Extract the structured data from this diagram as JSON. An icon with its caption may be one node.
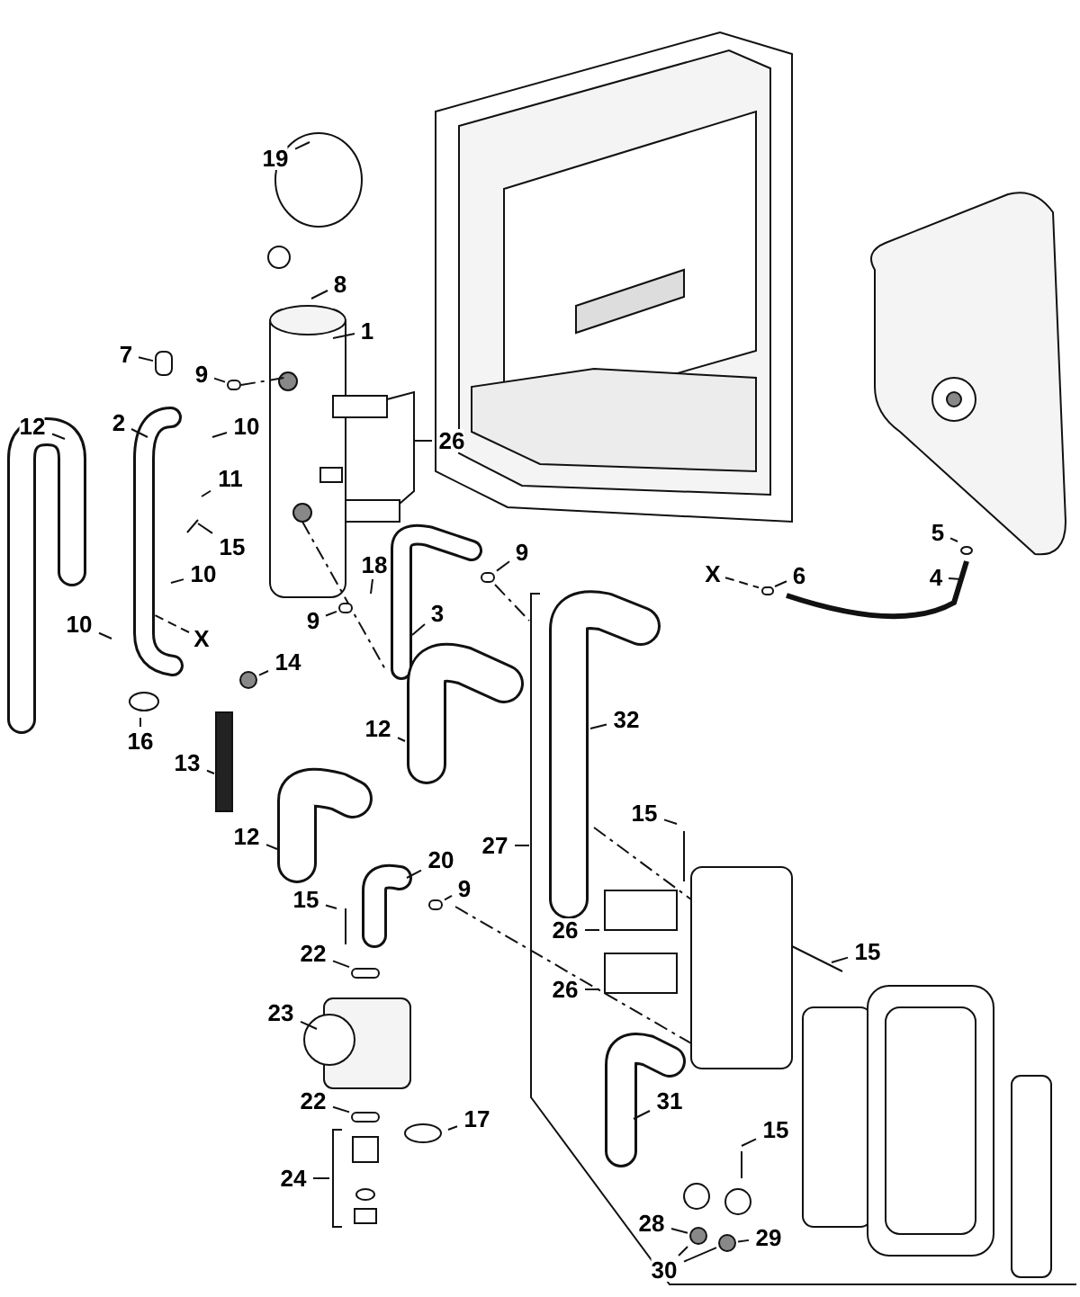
{
  "diagram": {
    "nodes": [
      {
        "text": [
          "19"
        ]
      },
      {
        "text": [
          "8"
        ]
      },
      {
        "text": [
          "1"
        ]
      },
      {
        "text": [
          "7"
        ]
      },
      {
        "text": [
          "9"
        ]
      },
      {
        "text": [
          "12"
        ]
      },
      {
        "text": [
          "2"
        ]
      },
      {
        "text": [
          "10"
        ]
      },
      {
        "text": [
          "26"
        ]
      },
      {
        "text": [
          "11"
        ]
      },
      {
        "text": [
          "15"
        ]
      },
      {
        "text": [
          "9"
        ]
      },
      {
        "text": [
          "18"
        ]
      },
      {
        "text": [
          "10"
        ]
      },
      {
        "text": [
          "X"
        ]
      },
      {
        "text": [
          "6"
        ]
      },
      {
        "text": [
          "5"
        ]
      },
      {
        "text": [
          "4"
        ]
      },
      {
        "text": [
          "9"
        ]
      },
      {
        "text": [
          "3"
        ]
      },
      {
        "text": [
          "10"
        ]
      },
      {
        "text": [
          "X"
        ]
      },
      {
        "text": [
          "14"
        ]
      },
      {
        "text": [
          "32"
        ]
      },
      {
        "text": [
          "12"
        ]
      },
      {
        "text": [
          "16"
        ]
      },
      {
        "text": [
          "13"
        ]
      },
      {
        "text": [
          "15"
        ]
      },
      {
        "text": [
          "12"
        ]
      },
      {
        "text": [
          "27"
        ]
      },
      {
        "text": [
          "20"
        ]
      },
      {
        "text": [
          "9"
        ]
      },
      {
        "text": [
          "15"
        ]
      },
      {
        "text": [
          "26"
        ]
      },
      {
        "text": [
          "15"
        ]
      },
      {
        "text": [
          "22"
        ]
      },
      {
        "text": [
          "26"
        ]
      },
      {
        "text": [
          "23"
        ]
      },
      {
        "text": [
          "31"
        ]
      },
      {
        "text": [
          "22"
        ]
      },
      {
        "text": [
          "17"
        ]
      },
      {
        "text": [
          "15"
        ]
      },
      {
        "text": [
          "24"
        ]
      },
      {
        "text": [
          "28"
        ]
      },
      {
        "text": [
          "29"
        ]
      },
      {
        "text": [
          "30"
        ]
      },
      {
        "text": [],
        "shape": "box"
      },
      {
        "text": [],
        "shape": "ring"
      },
      {
        "text": [],
        "shape": "ring"
      },
      {
        "text": [],
        "shape": "ring"
      },
      {
        "text": [],
        "shape": "ring"
      },
      {
        "text": [],
        "shape": "circle"
      },
      {
        "text": [],
        "shape": "ring"
      },
      {
        "text": [],
        "shape": "ring"
      },
      {
        "text": [],
        "shape": "ring"
      },
      {
        "text": [],
        "shape": "circle"
      },
      {
        "text": [],
        "shape": "circle"
      }
    ],
    "edges": [
      {
        "from": 0,
        "to": null,
        "arrow": "none"
      },
      {
        "from": 1,
        "to": null,
        "arrow": "none"
      },
      {
        "from": 2,
        "to": null,
        "arrow": "none"
      },
      {
        "from": 3,
        "to": 46,
        "arrow": "none"
      },
      {
        "from": 4,
        "to": 47,
        "arrow": "none"
      },
      {
        "from": 5,
        "to": null,
        "arrow": "none"
      },
      {
        "from": 6,
        "to": null,
        "arrow": "none"
      },
      {
        "from": 7,
        "to": null,
        "arrow": "none"
      },
      {
        "from": 8,
        "to": null,
        "arrow": "none"
      },
      {
        "from": 9,
        "to": null,
        "arrow": "none"
      },
      {
        "from": 10,
        "to": null,
        "arrow": "none"
      },
      {
        "from": 11,
        "to": 48,
        "arrow": "none"
      },
      {
        "from": 12,
        "to": null,
        "arrow": "none"
      },
      {
        "from": 13,
        "to": null,
        "arrow": "none"
      },
      {
        "from": 14,
        "to": 49,
        "arrow": "none",
        "style": "dashed"
      },
      {
        "from": 15,
        "to": 49,
        "arrow": "none"
      },
      {
        "from": 16,
        "to": null,
        "arrow": "none"
      },
      {
        "from": 17,
        "to": null,
        "arrow": "none"
      },
      {
        "from": 18,
        "to": 50,
        "arrow": "none"
      },
      {
        "from": 19,
        "to": null,
        "arrow": "none"
      },
      {
        "from": 20,
        "to": null,
        "arrow": "none"
      },
      {
        "from": 21,
        "to": null,
        "arrow": "none",
        "style": "dashed"
      },
      {
        "from": 22,
        "to": 51,
        "arrow": "none"
      },
      {
        "from": 23,
        "to": null,
        "arrow": "none"
      },
      {
        "from": 24,
        "to": null,
        "arrow": "none"
      },
      {
        "from": 25,
        "to": null,
        "arrow": "none"
      },
      {
        "from": 26,
        "to": null,
        "arrow": "none"
      },
      {
        "from": 27,
        "to": null,
        "arrow": "none"
      },
      {
        "from": 28,
        "to": null,
        "arrow": "none"
      },
      {
        "from": 29,
        "to": null,
        "arrow": "none"
      },
      {
        "from": 30,
        "to": null,
        "arrow": "none"
      },
      {
        "from": 31,
        "to": 52,
        "arrow": "none"
      },
      {
        "from": 32,
        "to": null,
        "arrow": "none"
      },
      {
        "from": 33,
        "to": null,
        "arrow": "none"
      },
      {
        "from": 34,
        "to": null,
        "arrow": "none"
      },
      {
        "from": 35,
        "to": 53,
        "arrow": "none"
      },
      {
        "from": 36,
        "to": null,
        "arrow": "none"
      },
      {
        "from": 37,
        "to": null,
        "arrow": "none"
      },
      {
        "from": 38,
        "to": null,
        "arrow": "none"
      },
      {
        "from": 39,
        "to": 54,
        "arrow": "none"
      },
      {
        "from": 40,
        "to": null,
        "arrow": "none"
      },
      {
        "from": 41,
        "to": null,
        "arrow": "none"
      },
      {
        "from": 42,
        "to": null,
        "arrow": "none"
      },
      {
        "from": 43,
        "to": 55,
        "arrow": "none"
      },
      {
        "from": 44,
        "to": 56,
        "arrow": "none"
      },
      {
        "from": 45,
        "to": 55,
        "arrow": "none"
      },
      {
        "from": 45,
        "to": 56,
        "arrow": "none"
      }
    ]
  }
}
